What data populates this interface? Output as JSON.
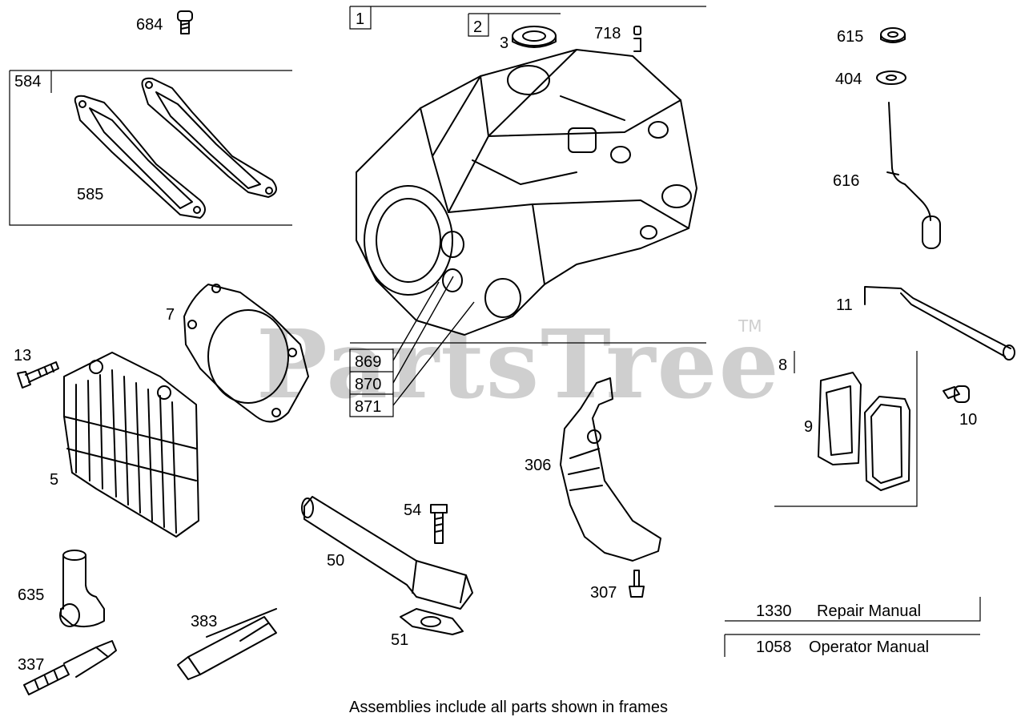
{
  "watermark": {
    "text": "PartsTree",
    "trademark": "TM"
  },
  "caption": "Assemblies include all parts shown in frames",
  "frames": [
    {
      "id": "cylinder",
      "number": "1"
    },
    {
      "id": "seal",
      "number": "2"
    },
    {
      "id": "gasket-set",
      "number": "584"
    },
    {
      "id": "pulse-pump",
      "number": "8"
    }
  ],
  "callouts": [
    {
      "id": "3",
      "label": "3"
    },
    {
      "id": "718",
      "label": "718"
    },
    {
      "id": "684",
      "label": "684"
    },
    {
      "id": "585",
      "label": "585"
    },
    {
      "id": "615",
      "label": "615"
    },
    {
      "id": "404",
      "label": "404"
    },
    {
      "id": "616",
      "label": "616"
    },
    {
      "id": "11",
      "label": "11"
    },
    {
      "id": "7",
      "label": "7"
    },
    {
      "id": "13",
      "label": "13"
    },
    {
      "id": "5",
      "label": "5"
    },
    {
      "id": "869",
      "label": "869"
    },
    {
      "id": "870",
      "label": "870"
    },
    {
      "id": "871",
      "label": "871"
    },
    {
      "id": "9",
      "label": "9"
    },
    {
      "id": "10",
      "label": "10"
    },
    {
      "id": "306",
      "label": "306"
    },
    {
      "id": "54",
      "label": "54"
    },
    {
      "id": "50",
      "label": "50"
    },
    {
      "id": "307",
      "label": "307"
    },
    {
      "id": "635",
      "label": "635"
    },
    {
      "id": "383",
      "label": "383"
    },
    {
      "id": "51",
      "label": "51"
    },
    {
      "id": "337",
      "label": "337"
    }
  ],
  "manuals": [
    {
      "number": "1330",
      "title": "Repair Manual"
    },
    {
      "number": "1058",
      "title": "Operator Manual"
    }
  ]
}
